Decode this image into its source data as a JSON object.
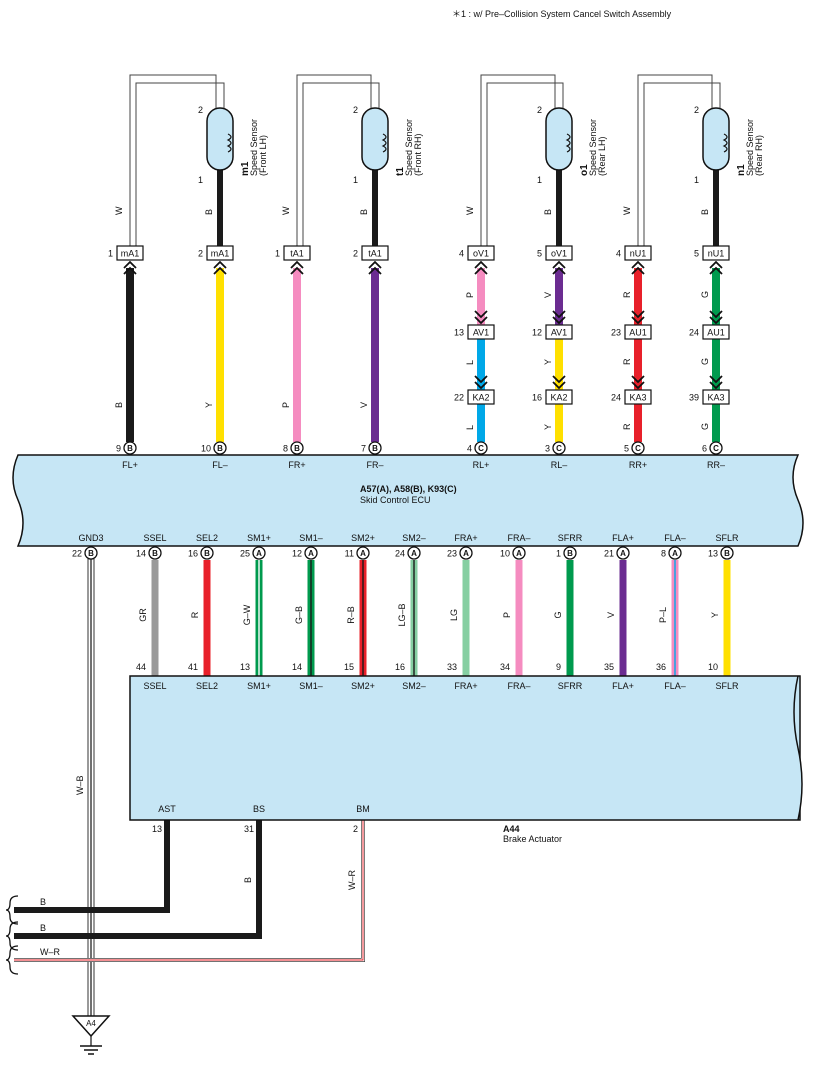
{
  "footnote": "＊1 : w/ Pre–Collision System Cancel Switch Assembly",
  "ecu": {
    "code": "A57(A), A58(B), K93(C)",
    "name": "Skid Control ECU"
  },
  "actuator": {
    "code": "A44",
    "name": "Brake Actuator"
  },
  "ground": {
    "label": "A4"
  },
  "colors": {
    "B": "#1a1a1a",
    "Y": "#ffe000",
    "P": "#f58cc0",
    "V": "#6b2c91",
    "L": "#00a8e8",
    "R": "#e8202a",
    "G": "#009a4e",
    "GR": "#9a9a9a",
    "LG": "#86cfa2",
    "W": "#ffffff",
    "box": "#c6e6f5"
  },
  "sensors": [
    {
      "code": "m1",
      "line1": "Speed Sensor",
      "line2": "(Front LH)",
      "pin_top": "2",
      "pin_bot": "1",
      "w_label": "W",
      "b_label": "B",
      "c1": {
        "w_pin": "1",
        "w_name": "mA1",
        "s_pin": "2",
        "s_name": "mA1"
      },
      "ecu_w": {
        "color": "B",
        "label": "B",
        "pin": "9",
        "letter": "B",
        "term": "FL+"
      },
      "ecu_s": {
        "color": "Y",
        "label": "Y",
        "pin": "10",
        "letter": "B",
        "term": "FL–"
      }
    },
    {
      "code": "t1",
      "line1": "Speed Sensor",
      "line2": "(Front RH)",
      "pin_top": "2",
      "pin_bot": "1",
      "w_label": "W",
      "b_label": "B",
      "c1": {
        "w_pin": "1",
        "w_name": "tA1",
        "s_pin": "2",
        "s_name": "tA1"
      },
      "ecu_w": {
        "color": "P",
        "label": "P",
        "pin": "8",
        "letter": "B",
        "term": "FR+"
      },
      "ecu_s": {
        "color": "V",
        "label": "V",
        "pin": "7",
        "letter": "B",
        "term": "FR–"
      }
    },
    {
      "code": "o1",
      "line1": "Speed Sensor",
      "line2": "(Rear LH)",
      "pin_top": "2",
      "pin_bot": "1",
      "w_label": "W",
      "b_label": "B",
      "c1": {
        "w_pin": "4",
        "w_name": "oV1",
        "s_pin": "5",
        "s_name": "oV1"
      },
      "c2": {
        "w_pin": "13",
        "w_name": "AV1",
        "s_pin": "12",
        "s_name": "AV1"
      },
      "c3": {
        "w_pin": "22",
        "w_name": "KA2",
        "s_pin": "16",
        "s_name": "KA2"
      },
      "seg1": {
        "w_color": "P",
        "w_label": "P",
        "s_color": "V",
        "s_label": "V"
      },
      "seg2": {
        "w_color": "L",
        "w_label": "L",
        "s_color": "Y",
        "s_label": "Y"
      },
      "ecu_w": {
        "color": "L",
        "label": "L",
        "pin": "4",
        "letter": "C",
        "term": "RL+"
      },
      "ecu_s": {
        "color": "Y",
        "label": "Y",
        "pin": "3",
        "letter": "C",
        "term": "RL–"
      }
    },
    {
      "code": "n1",
      "line1": "Speed Sensor",
      "line2": "(Rear RH)",
      "pin_top": "2",
      "pin_bot": "1",
      "w_label": "W",
      "b_label": "B",
      "c1": {
        "w_pin": "4",
        "w_name": "nU1",
        "s_pin": "5",
        "s_name": "nU1"
      },
      "c2": {
        "w_pin": "23",
        "w_name": "AU1",
        "s_pin": "24",
        "s_name": "AU1"
      },
      "c3": {
        "w_pin": "24",
        "w_name": "KA3",
        "s_pin": "39",
        "s_name": "KA3"
      },
      "seg1": {
        "w_color": "R",
        "w_label": "R",
        "s_color": "G",
        "s_label": "G"
      },
      "seg2": {
        "w_color": "R",
        "w_label": "R",
        "s_color": "G",
        "s_label": "G"
      },
      "ecu_w": {
        "color": "R",
        "label": "R",
        "pin": "5",
        "letter": "C",
        "term": "RR+"
      },
      "ecu_s": {
        "color": "G",
        "label": "G",
        "pin": "6",
        "letter": "C",
        "term": "RR–"
      }
    }
  ],
  "gnd": {
    "term": "GND3",
    "pin": "22",
    "letter": "B",
    "wire_label": "W–B"
  },
  "mid_wires": [
    {
      "ecu_term": "SSEL",
      "ecu_pin": "14",
      "letter": "B",
      "color": "GR",
      "stripe": "",
      "label": "GR",
      "act_pin": "44",
      "act_term": "SSEL"
    },
    {
      "ecu_term": "SEL2",
      "ecu_pin": "16",
      "letter": "B",
      "color": "R",
      "stripe": "",
      "label": "R",
      "act_pin": "41",
      "act_term": "SEL2"
    },
    {
      "ecu_term": "SM1+",
      "ecu_pin": "25",
      "letter": "A",
      "color": "G",
      "stripe": "W",
      "label": "G–W",
      "act_pin": "13",
      "act_term": "SM1+"
    },
    {
      "ecu_term": "SM1–",
      "ecu_pin": "12",
      "letter": "A",
      "color": "G",
      "stripe": "B",
      "label": "G–B",
      "act_pin": "14",
      "act_term": "SM1–"
    },
    {
      "ecu_term": "SM2+",
      "ecu_pin": "11",
      "letter": "A",
      "color": "R",
      "stripe": "B",
      "label": "R–B",
      "act_pin": "15",
      "act_term": "SM2+"
    },
    {
      "ecu_term": "SM2–",
      "ecu_pin": "24",
      "letter": "A",
      "color": "LG",
      "stripe": "B",
      "label": "LG–B",
      "act_pin": "16",
      "act_term": "SM2–"
    },
    {
      "ecu_term": "FRA+",
      "ecu_pin": "23",
      "letter": "A",
      "color": "LG",
      "stripe": "",
      "label": "LG",
      "act_pin": "33",
      "act_term": "FRA+"
    },
    {
      "ecu_term": "FRA–",
      "ecu_pin": "10",
      "letter": "A",
      "color": "P",
      "stripe": "",
      "label": "P",
      "act_pin": "34",
      "act_term": "FRA–"
    },
    {
      "ecu_term": "SFRR",
      "ecu_pin": "1",
      "letter": "B",
      "color": "G",
      "stripe": "",
      "label": "G",
      "act_pin": "9",
      "act_term": "SFRR"
    },
    {
      "ecu_term": "FLA+",
      "ecu_pin": "21",
      "letter": "A",
      "color": "V",
      "stripe": "",
      "label": "V",
      "act_pin": "35",
      "act_term": "FLA+"
    },
    {
      "ecu_term": "FLA–",
      "ecu_pin": "8",
      "letter": "A",
      "color": "P",
      "stripe": "L",
      "label": "P–L",
      "act_pin": "36",
      "act_term": "FLA–"
    },
    {
      "ecu_term": "SFLR",
      "ecu_pin": "13",
      "letter": "B",
      "color": "Y",
      "stripe": "",
      "label": "Y",
      "act_pin": "10",
      "act_term": "SFLR"
    }
  ],
  "act_bottom": [
    {
      "term": "AST",
      "pin": "13",
      "color": "B",
      "label": "",
      "side_label": "B"
    },
    {
      "term": "BS",
      "pin": "31",
      "color": "B",
      "label": "B",
      "side_label": "B"
    },
    {
      "term": "BM",
      "pin": "2",
      "color": "W",
      "stripe": "R",
      "label": "W–R",
      "side_label": "W–R"
    }
  ]
}
